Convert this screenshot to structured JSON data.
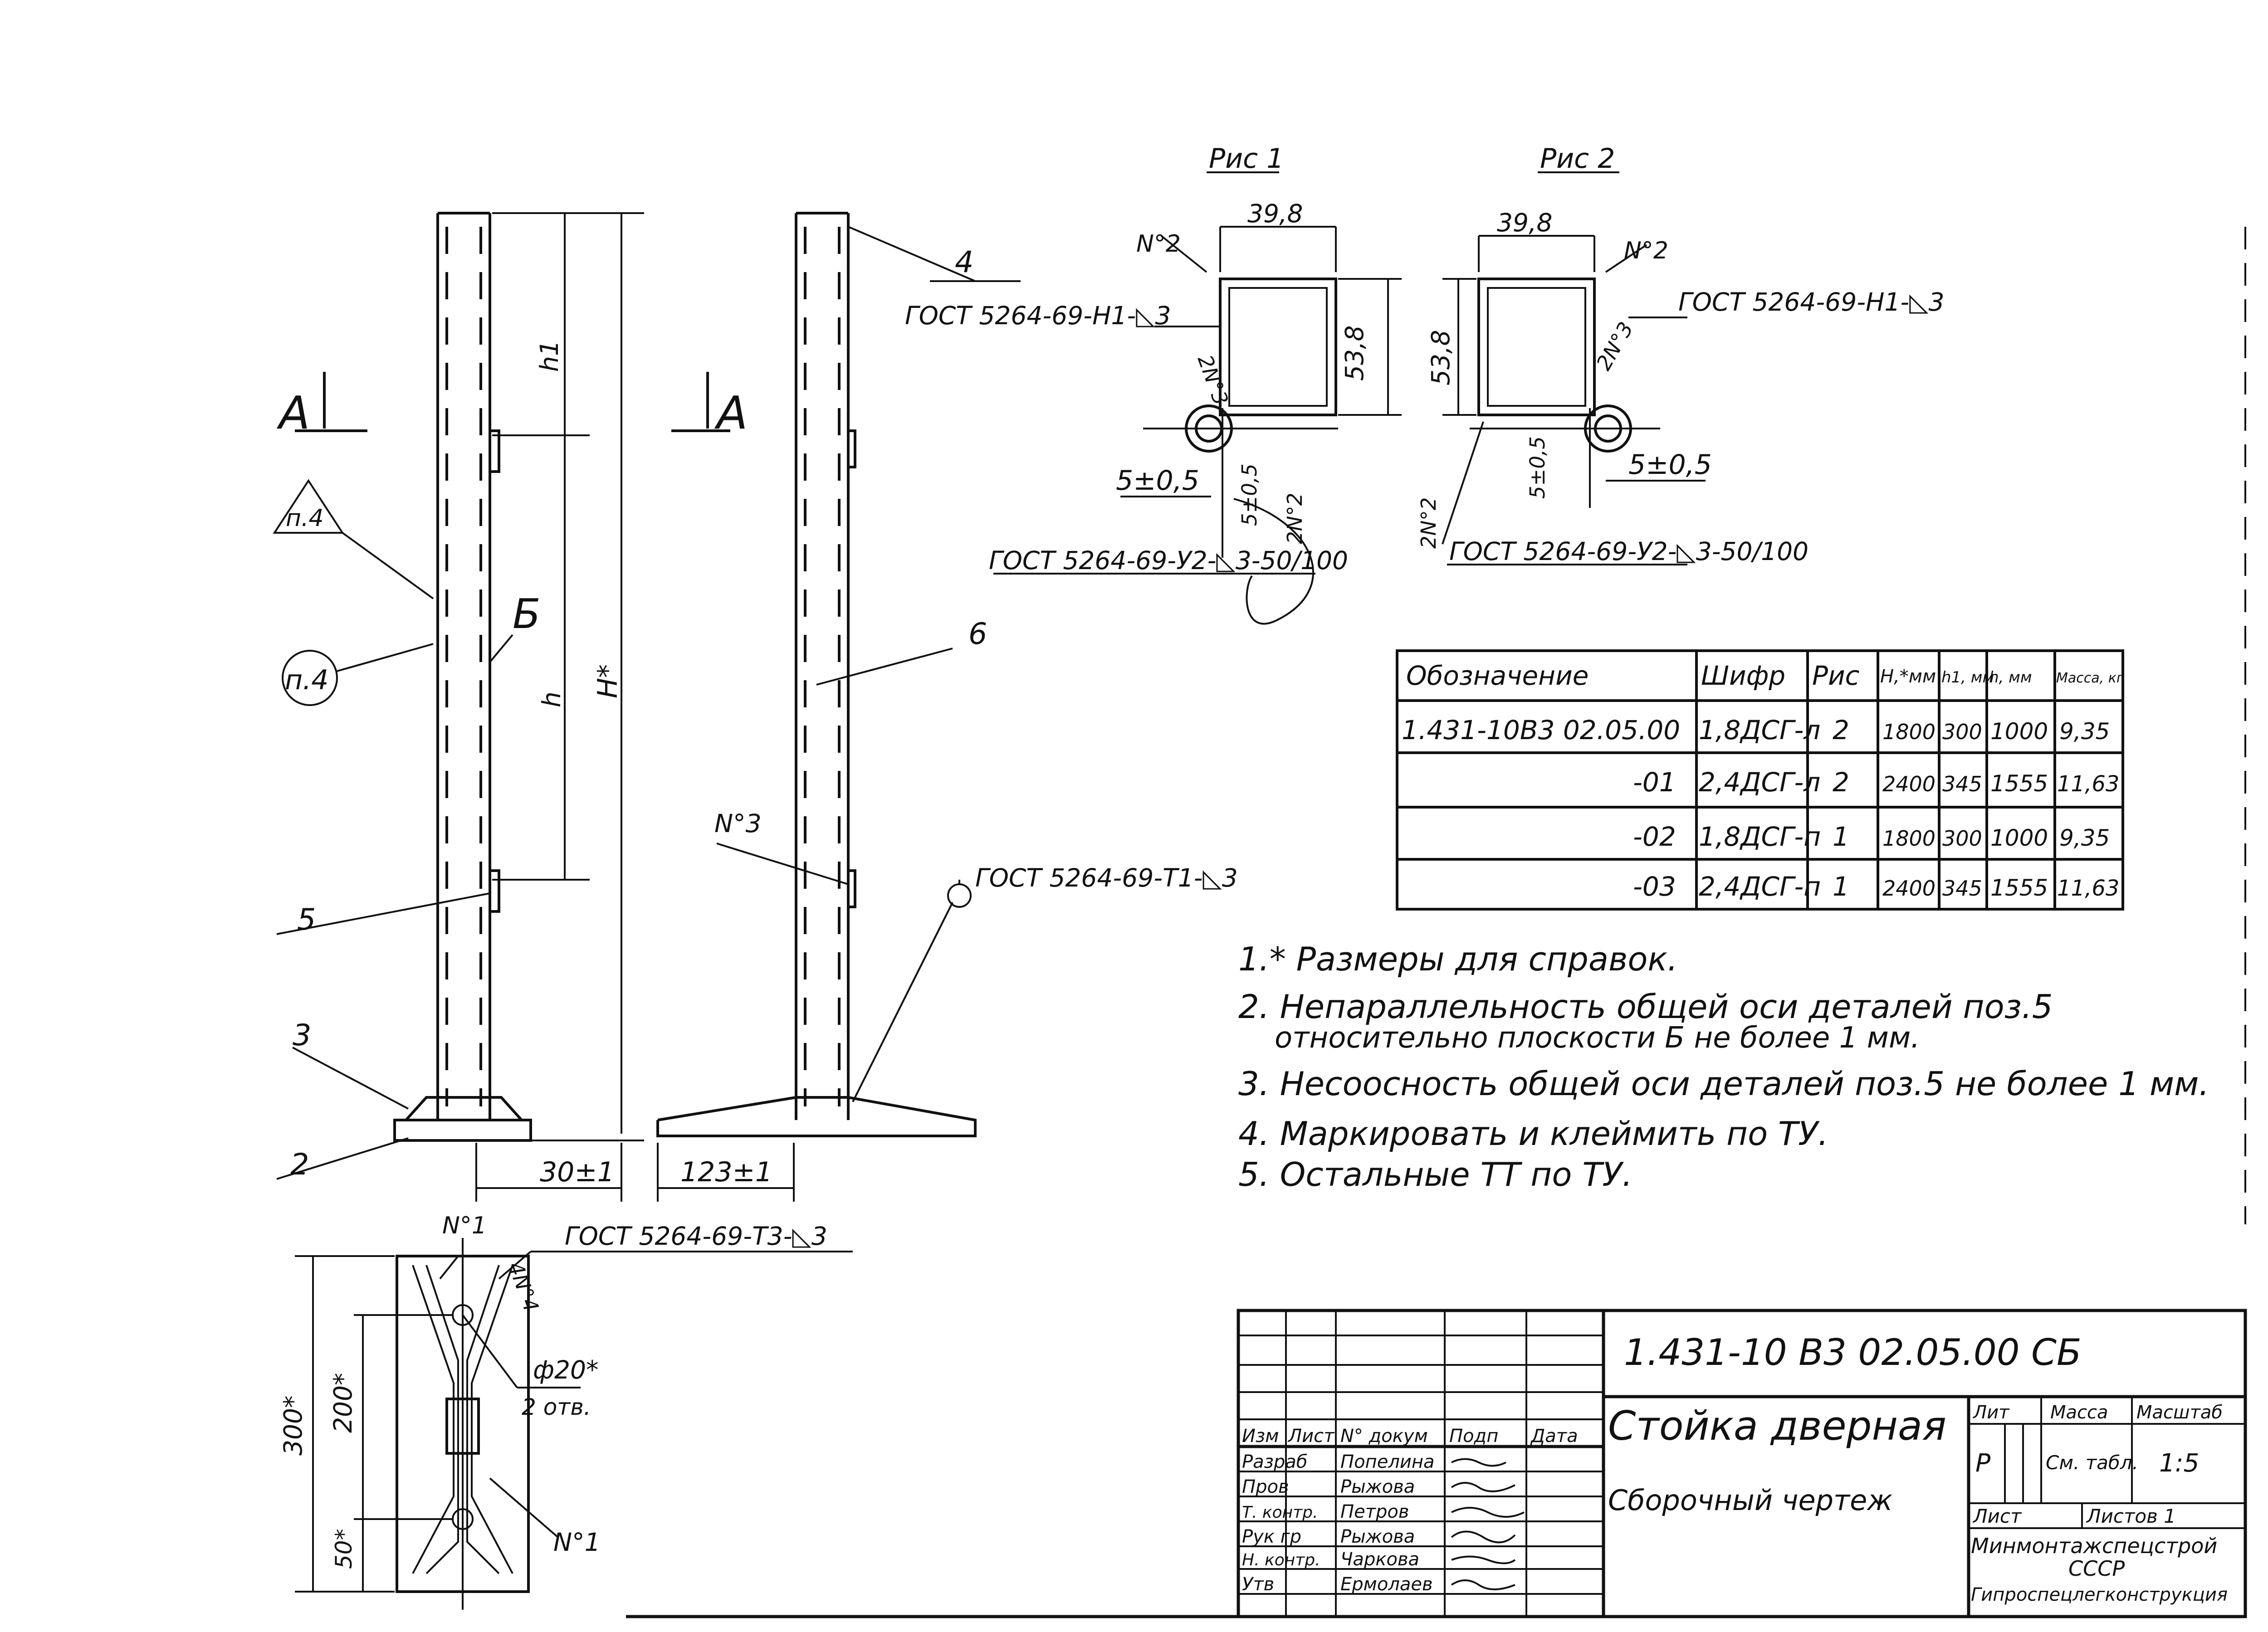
{
  "views": {
    "section_a_left": "A",
    "section_a_right": "A",
    "triangle_note": "п.4",
    "circle_note": "п.4",
    "plane_b": "Б",
    "dim_h1": "h1",
    "dim_h": "h",
    "dim_H": "H*",
    "dim_30": "30±1",
    "dim_123": "123±1",
    "weld_n3": "N°3",
    "weld_t1": "ГОСТ 5264-69-Т1-◺3",
    "pos": {
      "p2": "2",
      "p3": "3",
      "p4": "4",
      "p5": "5",
      "p6": "6"
    }
  },
  "fig1": {
    "title": "Рис 1",
    "width": "39,8",
    "height": "53,8",
    "weld_n2_top": "N°2",
    "weld_n3": "2N°3",
    "weld_n2_side": "2N°2",
    "weld_label_top": "ГОСТ 5264-69-Н1-◺3",
    "weld_label_bottom": "ГОСТ 5264-69-У2-◺3-50/100",
    "offset_h": "5±0,5",
    "offset_v": "5±0,5"
  },
  "fig2": {
    "title": "Рис 2",
    "width": "39,8",
    "height": "53,8",
    "weld_n2_top": "N°2",
    "weld_n3": "2N°3",
    "weld_n2_side": "2N°2",
    "weld_label_top": "ГОСТ 5264-69-Н1-◺3",
    "weld_label_bottom": "ГОСТ 5264-69-У2-◺3-50/100",
    "offset_h": "5±0,5",
    "offset_v": "5±0,5"
  },
  "base_plate": {
    "weld_n1_top": "N°1",
    "weld_4n4": "4N°4",
    "weld_label": "ГОСТ 5264-69-Т3-◺3",
    "hole_dia": "ф20*",
    "hole_count": "2 отв.",
    "weld_n1_bottom": "N°1",
    "dim_300": "300*",
    "dim_200": "200*",
    "dim_50": "50*"
  },
  "spec_table": {
    "headers": [
      "Обозначение",
      "Шифр",
      "Рис",
      "H,*мм",
      "h1, мм",
      "h, мм",
      "Масса, кг"
    ],
    "rows": [
      [
        "1.431-10В3 02.05.00",
        "1,8ДСГ-л",
        "2",
        "1800",
        "300",
        "1000",
        "9,35"
      ],
      [
        "-01",
        "2,4ДСГ-л",
        "2",
        "2400",
        "345",
        "1555",
        "11,63"
      ],
      [
        "-02",
        "1,8ДСГ-п",
        "1",
        "1800",
        "300",
        "1000",
        "9,35"
      ],
      [
        "-03",
        "2,4ДСГ-п",
        "1",
        "2400",
        "345",
        "1555",
        "11,63"
      ]
    ]
  },
  "notes": [
    "1.* Размеры для справок.",
    "2. Непараллельность общей оси деталей поз.5",
    "относительно плоскости Б не более 1 мм.",
    "3. Несоосность общей оси деталей поз.5 не более 1 мм.",
    "4. Маркировать и клеймить по ТУ.",
    "5. Остальные ТТ по ТУ."
  ],
  "title_block": {
    "doc_code": "1.431-10 В3 02.05.00 СБ",
    "name": "Стойка дверная",
    "subtitle": "Сборочный чертеж",
    "hdr_izm": "Изм",
    "hdr_list": "Лист",
    "hdr_ndok": "N° докум",
    "hdr_podp": "Подп",
    "hdr_data": "Дата",
    "roles": [
      {
        "role": "Разраб",
        "name": "Попелина"
      },
      {
        "role": "Пров",
        "name": "Рыжова"
      },
      {
        "role": "Т. контр.",
        "name": "Петров"
      },
      {
        "role": "Рук гр",
        "name": "Рыжова"
      },
      {
        "role": "Н. контр.",
        "name": "Чаркова"
      },
      {
        "role": "Утв",
        "name": "Ермолаев"
      }
    ],
    "lit_label": "Лит",
    "mass_label": "Масса",
    "scale_label": "Масштаб",
    "lit_value": "Р",
    "mass_value": "См. табл.",
    "scale_value": "1:5",
    "sheet_label": "Лист",
    "sheets_label": "Листов 1",
    "org": [
      "Минмонтажспецстрой",
      "СССР",
      "Гипроспецлегконструкция"
    ]
  }
}
